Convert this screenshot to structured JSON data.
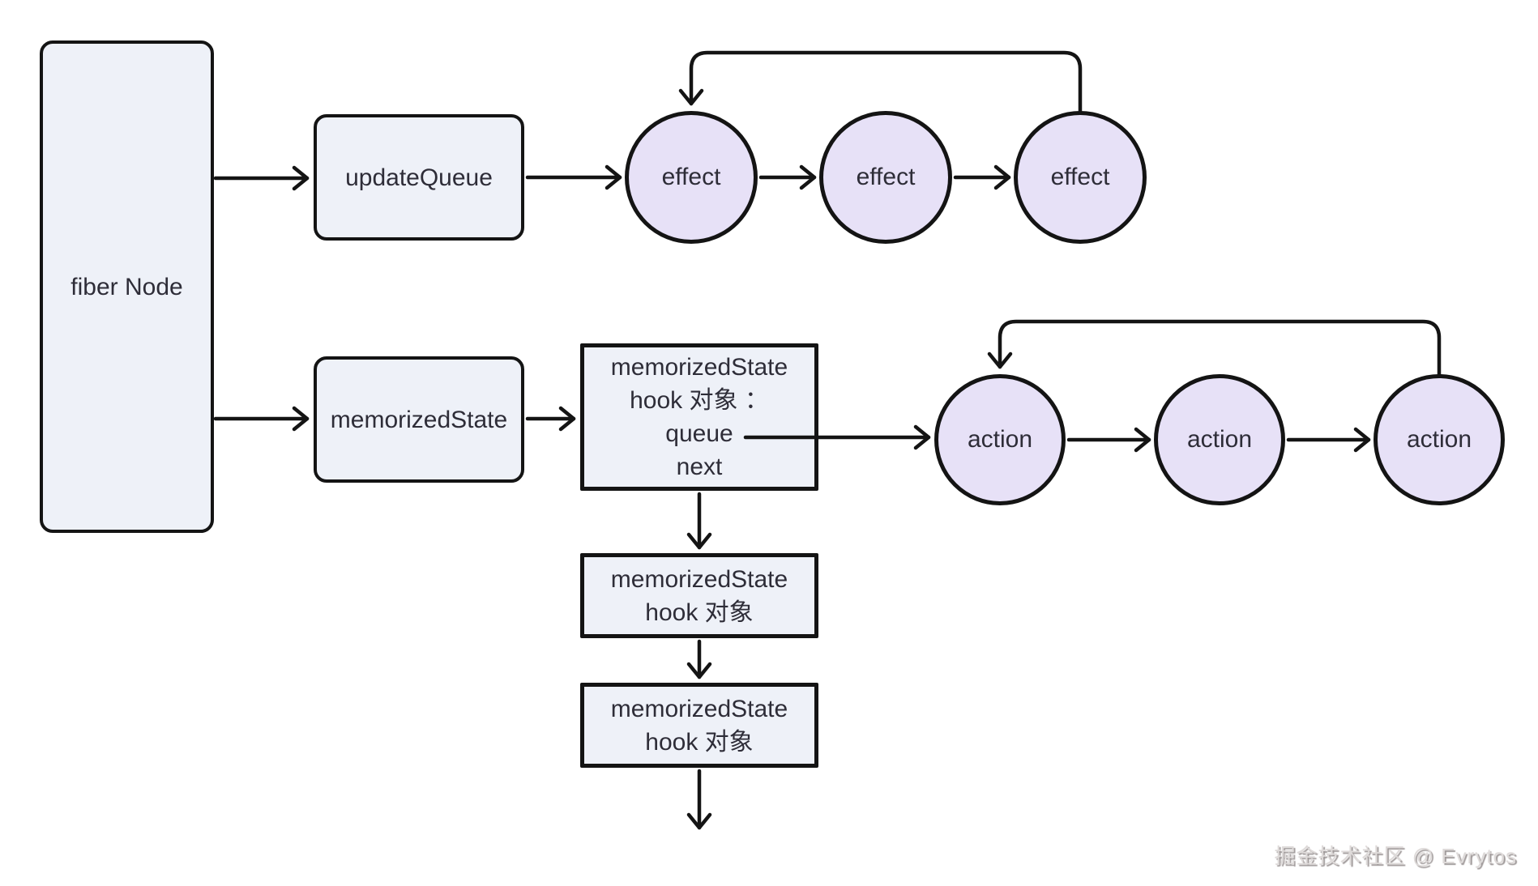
{
  "diagram": {
    "fiber_node_label": "fiber Node",
    "update_queue_label": "updateQueue",
    "memorized_state_label": "memorizedState",
    "effects": [
      "effect",
      "effect",
      "effect"
    ],
    "actions": [
      "action",
      "action",
      "action"
    ],
    "hook_object_box": {
      "lines": [
        "memorizedState",
        "hook 对象 ：",
        "queue",
        "next"
      ]
    },
    "hook_box_1": {
      "lines": [
        "memorizedState",
        "hook 对象"
      ]
    },
    "hook_box_2": {
      "lines": [
        "memorizedState",
        "hook 对象"
      ]
    },
    "watermark": "掘金技术社区 @ Evrytos",
    "colors": {
      "background": "#ffffff",
      "node_fill": "#eef1f8",
      "circle_fill": "#e7e1f7",
      "stroke": "#141414",
      "text": "#2e2d38",
      "watermark": "#b5afaf"
    }
  }
}
